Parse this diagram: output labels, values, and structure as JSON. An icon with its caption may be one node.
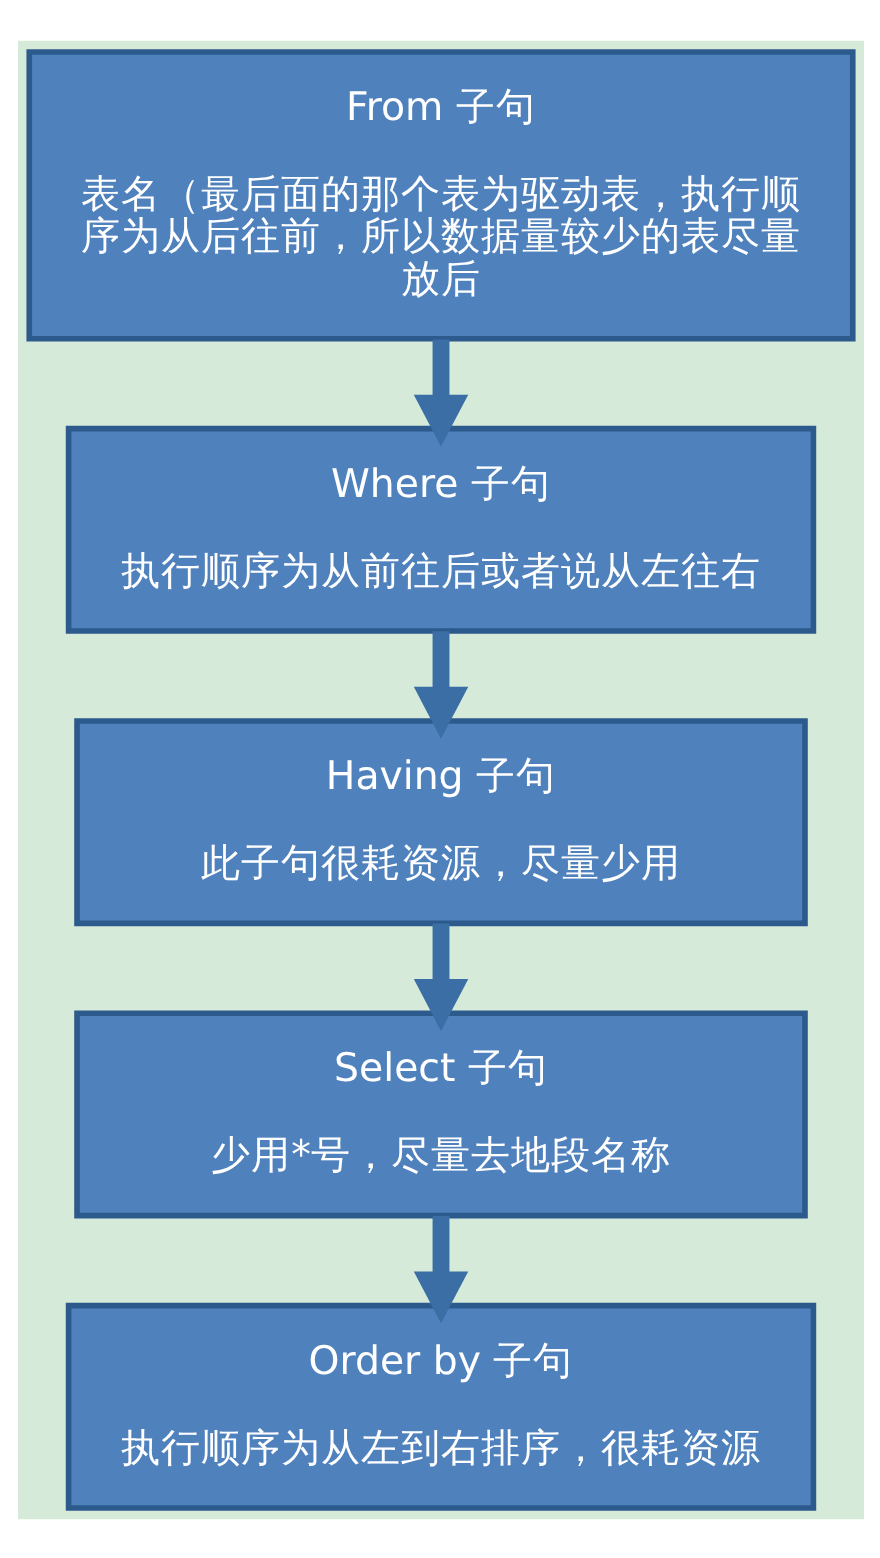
{
  "diagram": {
    "nodes": [
      {
        "text": [
          "From 子句",
          "表名（最后面的那个表为驱动表，执行顺序为从后往前，所以数据量较少的表尽量放后"
        ]
      },
      {
        "text": [
          "Where 子句",
          "执行顺序为从前往后或者说从左往右"
        ]
      },
      {
        "text": [
          "Having 子句",
          "此子句很耗资源，尽量少用"
        ]
      },
      {
        "text": [
          "Select 子句",
          "少用*号，尽量去地段名称"
        ]
      },
      {
        "text": [
          "Order by 子句",
          "执行顺序为从左到右排序，很耗资源"
        ]
      }
    ],
    "edges": [
      {
        "from": 0,
        "to": 1,
        "arrow": "to"
      },
      {
        "from": 1,
        "to": 2,
        "arrow": "to"
      },
      {
        "from": 2,
        "to": 3,
        "arrow": "to"
      },
      {
        "from": 3,
        "to": 4,
        "arrow": "to"
      }
    ]
  }
}
